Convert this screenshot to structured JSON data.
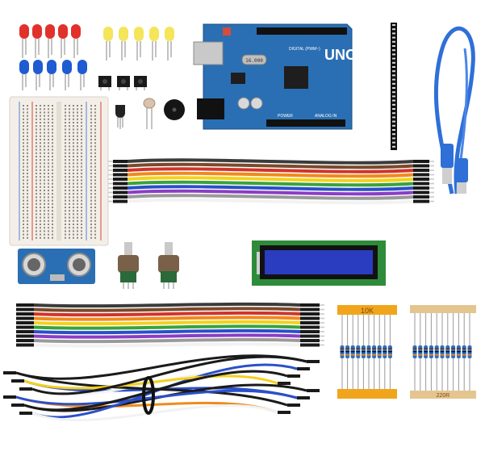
{
  "image": {
    "background": "#ffffff"
  },
  "board": {
    "logo": "UNO",
    "label_digital": "DIGITAL (PWM~)",
    "label_power": "POWER",
    "label_analog": "ANALOG IN",
    "crystal": "16.000",
    "pcb_color": "#2a6fb3"
  },
  "lcd": {
    "screen_color": "#2a3cc0",
    "pcb_color": "#2e8b3a"
  },
  "resistors": {
    "left_label": "10K",
    "right_label": "220R",
    "tape_left_color": "#f1a51c",
    "tape_right_color": "#e5c58f"
  },
  "leds": {
    "red": "#e2312b",
    "yellow": "#f4e55a",
    "blue": "#1f5bd1"
  },
  "jumper_colors": [
    "#3b3b3b",
    "#7a4a2a",
    "#d0342c",
    "#f08a1c",
    "#f4d11c",
    "#3aa33a",
    "#2a4fc8",
    "#8a3ec4",
    "#9a9a9a",
    "#f2f2f2"
  ]
}
